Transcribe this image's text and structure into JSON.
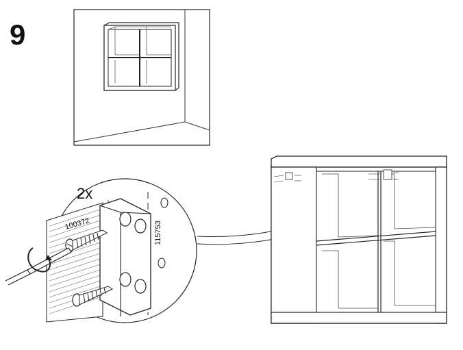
{
  "step": {
    "number": "9"
  },
  "detail": {
    "quantity": "2x",
    "part_screw_bracket": "100372",
    "part_bracket": "115753"
  }
}
